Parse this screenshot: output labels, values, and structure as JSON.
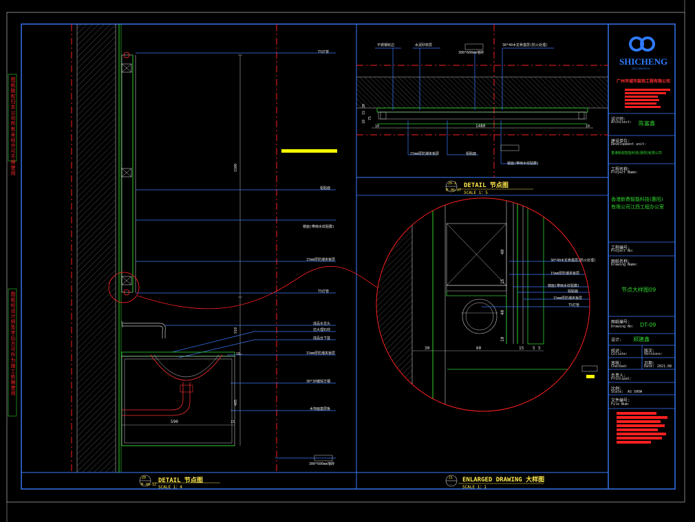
{
  "left_detail": {
    "labels": {
      "l1": "T5灯管",
      "l2": "铝贴面",
      "l3": "镜面(带雨水纹贴膜)",
      "l4": "15mm厚防潮夹板层",
      "l5": "T5灯管",
      "l6": "成品水龙头",
      "l7": "仿大理石材",
      "l8": "成品台下盆",
      "l9": "15mm厚防潮夹板层",
      "l10": "30*30镀锌方钢",
      "l11": "木饰面基层板",
      "l12": "300*600mm墙砖"
    },
    "dims": {
      "d1500": "1500",
      "d910": "910",
      "d485": "485",
      "d15": "15",
      "d590": "590",
      "d15b": "15"
    },
    "title": "DETAIL   节点图",
    "scale": "SCALE        1：4",
    "num_top": "20",
    "num_bot": "平-06-12"
  },
  "top_detail": {
    "labels": {
      "t1": "不锈钢收边",
      "t2": "水泥砂浆层",
      "t3": "300*600mm墙砖",
      "t4": "30*40木龙骨基层(防火处理)",
      "t5": "15mm厚防潮夹板层",
      "t6": "铝贴面",
      "t7": "镜面(带雨水纹贴膜)"
    },
    "dims": {
      "d1480": "1480",
      "d10a": "10",
      "d10b": "10",
      "d30": "30",
      "d15": "15",
      "d75": "75",
      "d10c": "10"
    },
    "title": "DETAIL      节点图",
    "scale": "SCALE          1：5",
    "num_top": "20-1",
    "num_bot": "平-06-07"
  },
  "enlarged": {
    "labels": {
      "e1": "30*40木龙骨基层(防火处理)",
      "e2": "15mm厚防潮夹板层",
      "e3": "镜面(带雨水纹贴膜)",
      "e4": "铝贴面",
      "e5": "15mm厚防潮夹板层",
      "e6": "T5灯管"
    },
    "dims": {
      "d30": "30",
      "d60": "60",
      "d15a": "15",
      "d5a": "5",
      "d5b": "5",
      "d40a": "40",
      "d40b": "40",
      "d15b": "15",
      "d10": "10"
    },
    "title": "ENLARGED DRAWING   大样图",
    "scale": "SCALE             1：1",
    "num_top": "21",
    "num_bot": "-"
  },
  "side_text": {
    "top": "图纸版权归本公司所有未经许可不得使用",
    "bottom": "图纸经设计师签字后方可作为施工依据使用"
  },
  "title_block": {
    "logo": "SHICHENG",
    "logo_sub": "DECORATION",
    "company_red": "广州市城市装饰工程有限公司",
    "designer_label_cn": "设计师:",
    "designer_label_en": "Architect:",
    "designer": "陈富鑫",
    "dev_label_cn": "建设单位:",
    "dev_label_en": "Development unit:",
    "dev_value": "香港新鼎智能科技(惠阳)有限公司",
    "project_label_cn": "工程名称:",
    "project_label_en": "Project Name:",
    "project_value_1": "香港新鼎智能科技(惠阳)",
    "project_value_2": "有限公司江西工程办公室",
    "proj_no_cn": "工程编号:",
    "proj_no_en": "Project No:",
    "drawing_name_cn": "图纸名称:",
    "drawing_name_en": "Drawing Name:",
    "drawing_name": "节点大样图09",
    "drawing_no_cn": "图纸编号:",
    "drawing_no_en": "Drawing No:",
    "drawing_no": "DT-09",
    "designer2_cn": "设计:",
    "designer2": "郑建鑫",
    "check_cn": "校对:",
    "check_en": "Collate:",
    "version_cn": "版次:",
    "version_en": "Versions:",
    "audit_cn": "审核:",
    "audit_en": "Checked:",
    "date_cn": "日期:",
    "date_en": "Date:",
    "date": "2021.08",
    "principal_cn": "负责人:",
    "principal_en": "Principal:",
    "scale_cn": "比例:",
    "scale_en": "Scale:",
    "scale": "AS SHOW",
    "file_cn": "文件编号:",
    "file_en": "File Num:"
  }
}
